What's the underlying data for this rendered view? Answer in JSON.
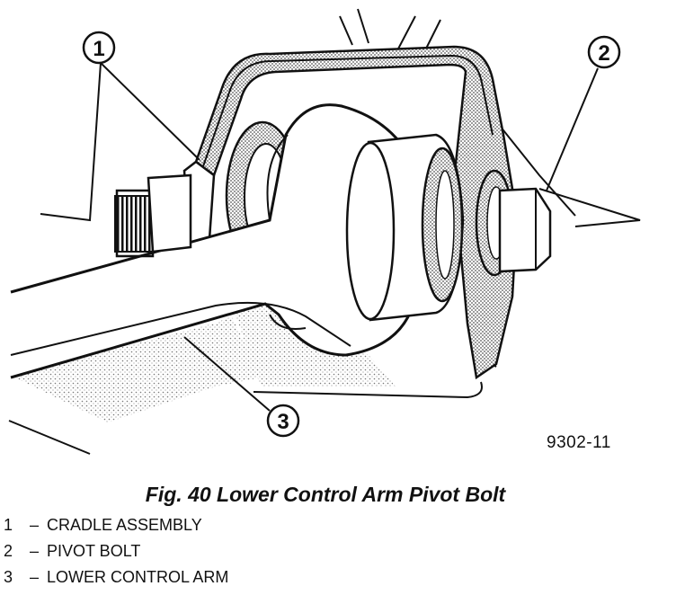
{
  "figure_id": "9302-11",
  "caption": "Fig. 40 Lower Control Arm Pivot Bolt",
  "callouts": [
    {
      "number": "1"
    },
    {
      "number": "2"
    },
    {
      "number": "3"
    }
  ],
  "legend": [
    {
      "number": "1",
      "dash": "–",
      "label": "CRADLE ASSEMBLY"
    },
    {
      "number": "2",
      "dash": "–",
      "label": "PIVOT BOLT"
    },
    {
      "number": "3",
      "dash": "–",
      "label": "LOWER CONTROL ARM"
    }
  ]
}
